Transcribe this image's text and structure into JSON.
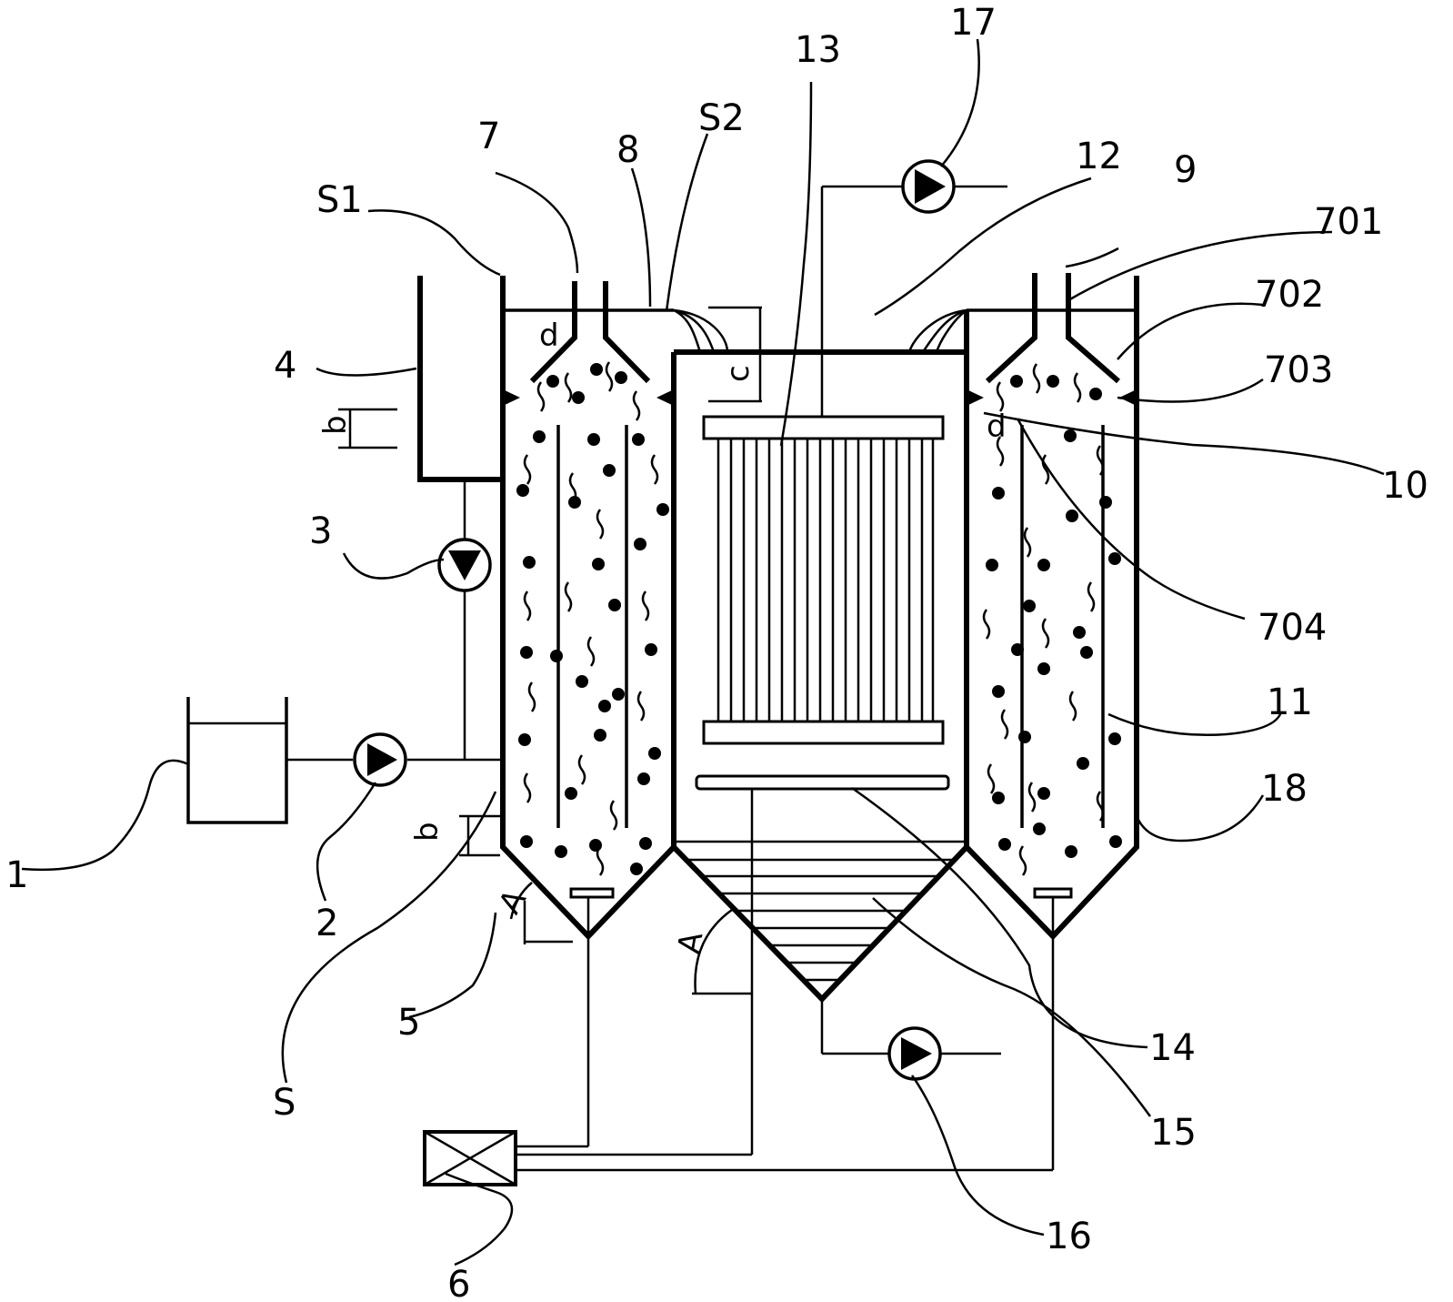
{
  "labels": {
    "l1": "1",
    "l2": "2",
    "l3": "3",
    "l4": "4",
    "l5": "5",
    "l6": "6",
    "l7": "7",
    "l8": "8",
    "l9": "9",
    "l10": "10",
    "l11": "11",
    "l12": "12",
    "l13": "13",
    "l14": "14",
    "l15": "15",
    "l16": "16",
    "l17": "17",
    "l18": "18",
    "l701": "701",
    "l702": "702",
    "l703": "703",
    "l704": "704",
    "lS": "S",
    "lS1": "S1",
    "lS2": "S2"
  },
  "dims": {
    "a_left": "A",
    "a_center": "A",
    "b": "b",
    "b2": "b",
    "c": "c",
    "d_left": "d",
    "d_right": "d"
  },
  "colors": {
    "line": "#000000",
    "background": "#ffffff"
  }
}
